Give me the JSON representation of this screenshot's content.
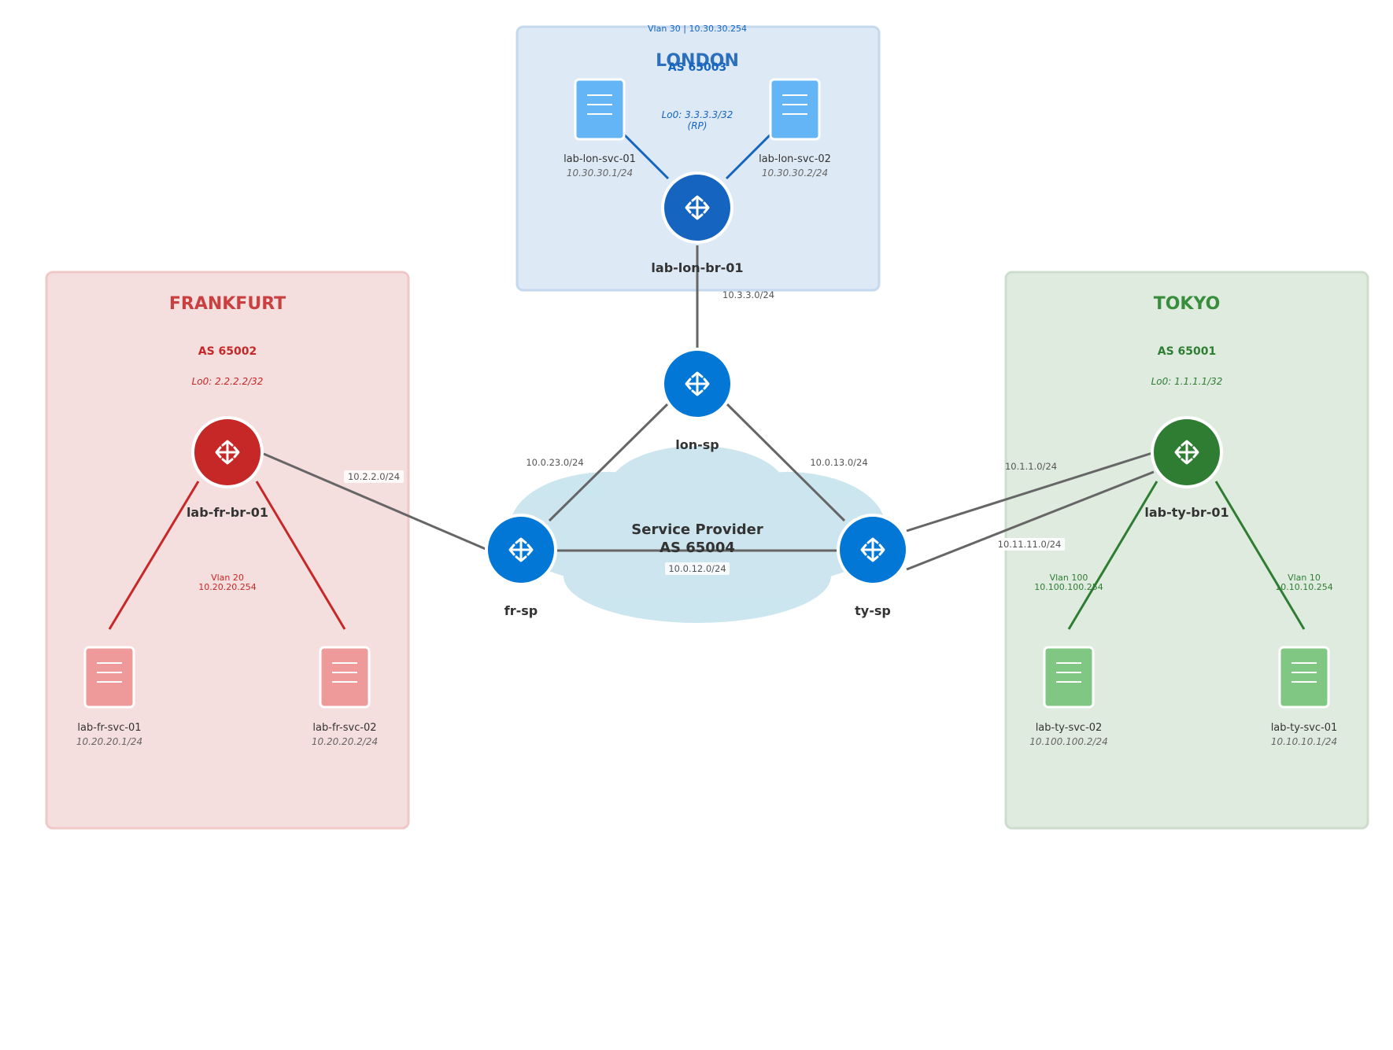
{
  "colors": {
    "frankfurt": "#c62828",
    "frankfurt_title": "#c94040",
    "frankfurt_box": "#f5dede",
    "frankfurt_box_stroke": "#efc8c8",
    "frankfurt_server": "#ef9a9a",
    "london": "#1565c0",
    "london_title": "#2b6fbe",
    "london_box": "#dde9f5",
    "london_box_stroke": "#c4d8ee",
    "london_server": "#64b5f6",
    "tokyo": "#2e7d32",
    "tokyo_title": "#388e3c",
    "tokyo_box": "#e0ebe0",
    "tokyo_box_stroke": "#cddccd",
    "tokyo_server": "#81c784",
    "provider": "#0277d6",
    "cloud": "#b7dbe8",
    "link": "#666666"
  },
  "sites": {
    "london": {
      "title": "LONDON",
      "as": "AS 65003",
      "loopback_line1": "Lo0: 3.3.3.3/32",
      "loopback_line2": "(RP)",
      "vlan_line1": "Vlan 30 | 10.30.30.254"
    },
    "frankfurt": {
      "title": "FRANKFURT",
      "as": "AS 65002",
      "loopback_line1": "Lo0: 2.2.2.2/32",
      "vlan_line1": "Vlan 20",
      "vlan_line2": "10.20.20.254"
    },
    "tokyo": {
      "title": "TOKYO",
      "as": "AS 65001",
      "loopback_line1": "Lo0: 1.1.1.1/32",
      "vlan_a_line1": "Vlan 100",
      "vlan_a_line2": "10.100.100.254",
      "vlan_b_line1": "Vlan 10",
      "vlan_b_line2": "10.10.10.254"
    }
  },
  "routers": {
    "lon_br": "lab-lon-br-01",
    "fr_br": "lab-fr-br-01",
    "ty_br": "lab-ty-br-01",
    "lon_sp": "lon-sp",
    "fr_sp": "fr-sp",
    "ty_sp": "ty-sp"
  },
  "services": [
    {
      "id": "lon1",
      "name": "lab-lon-svc-01",
      "ip": "10.30.30.1/24",
      "site": "london"
    },
    {
      "id": "lon2",
      "name": "lab-lon-svc-02",
      "ip": "10.30.30.2/24",
      "site": "london"
    },
    {
      "id": "fr1",
      "name": "lab-fr-svc-01",
      "ip": "10.20.20.1/24",
      "site": "frankfurt"
    },
    {
      "id": "fr2",
      "name": "lab-fr-svc-02",
      "ip": "10.20.20.2/24",
      "site": "frankfurt"
    },
    {
      "id": "ty2",
      "name": "lab-ty-svc-02",
      "ip": "10.100.100.2/24",
      "site": "tokyo"
    },
    {
      "id": "ty1",
      "name": "lab-ty-svc-01",
      "ip": "10.10.10.1/24",
      "site": "tokyo"
    }
  ],
  "provider": {
    "line1": "Service Provider",
    "line2": "AS 65004"
  },
  "links": {
    "lon_br_lon_sp": "10.3.3.0/24",
    "lon_sp_fr_sp": "10.0.23.0/24",
    "lon_sp_ty_sp": "10.0.13.0/24",
    "fr_sp_ty_sp": "10.0.12.0/24",
    "fr_br_fr_sp": "10.2.2.0/24",
    "ty_br_ty_sp_a": "10.1.1.0/24",
    "ty_br_ty_sp_b": "10.11.11.0/24"
  }
}
